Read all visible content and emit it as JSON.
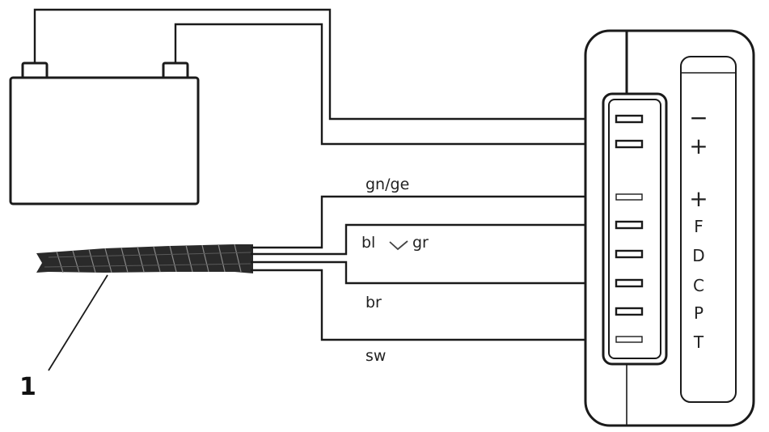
{
  "wire_labels": {
    "green_yellow": "gn/ge",
    "blue_or": "bl",
    "grey": "gr",
    "brown": "br",
    "black": "sw"
  },
  "pin_labels": {
    "minus": "−",
    "plus_battery": "+",
    "plus_ignition": "+",
    "f": "F",
    "d": "D",
    "c": "C",
    "p": "P",
    "t": "T"
  },
  "callout": "1",
  "colors": {
    "line": "#1a1a1a",
    "background": "#ffffff"
  }
}
